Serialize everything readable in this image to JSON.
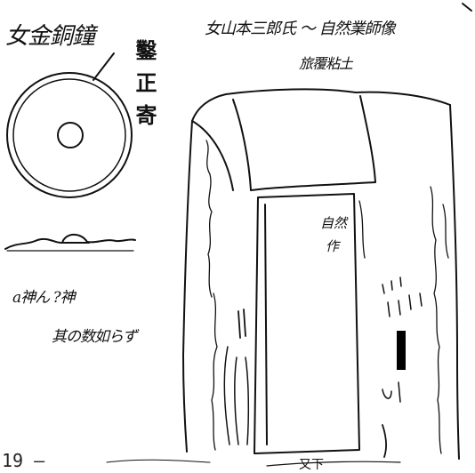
{
  "left_title": "女金銅鐘",
  "right_title": "女山本三郎氏 〜 自然業師像",
  "rock_label": "旅覆粘土",
  "side_inscription": "鑿 正 寄",
  "inner_label_1": "自然",
  "inner_label_2": "作",
  "bottom_note_1": "a神ん ?神",
  "bottom_note_2": "其の数如らず",
  "bottom_mark": "又下",
  "page_number": "19 –"
}
